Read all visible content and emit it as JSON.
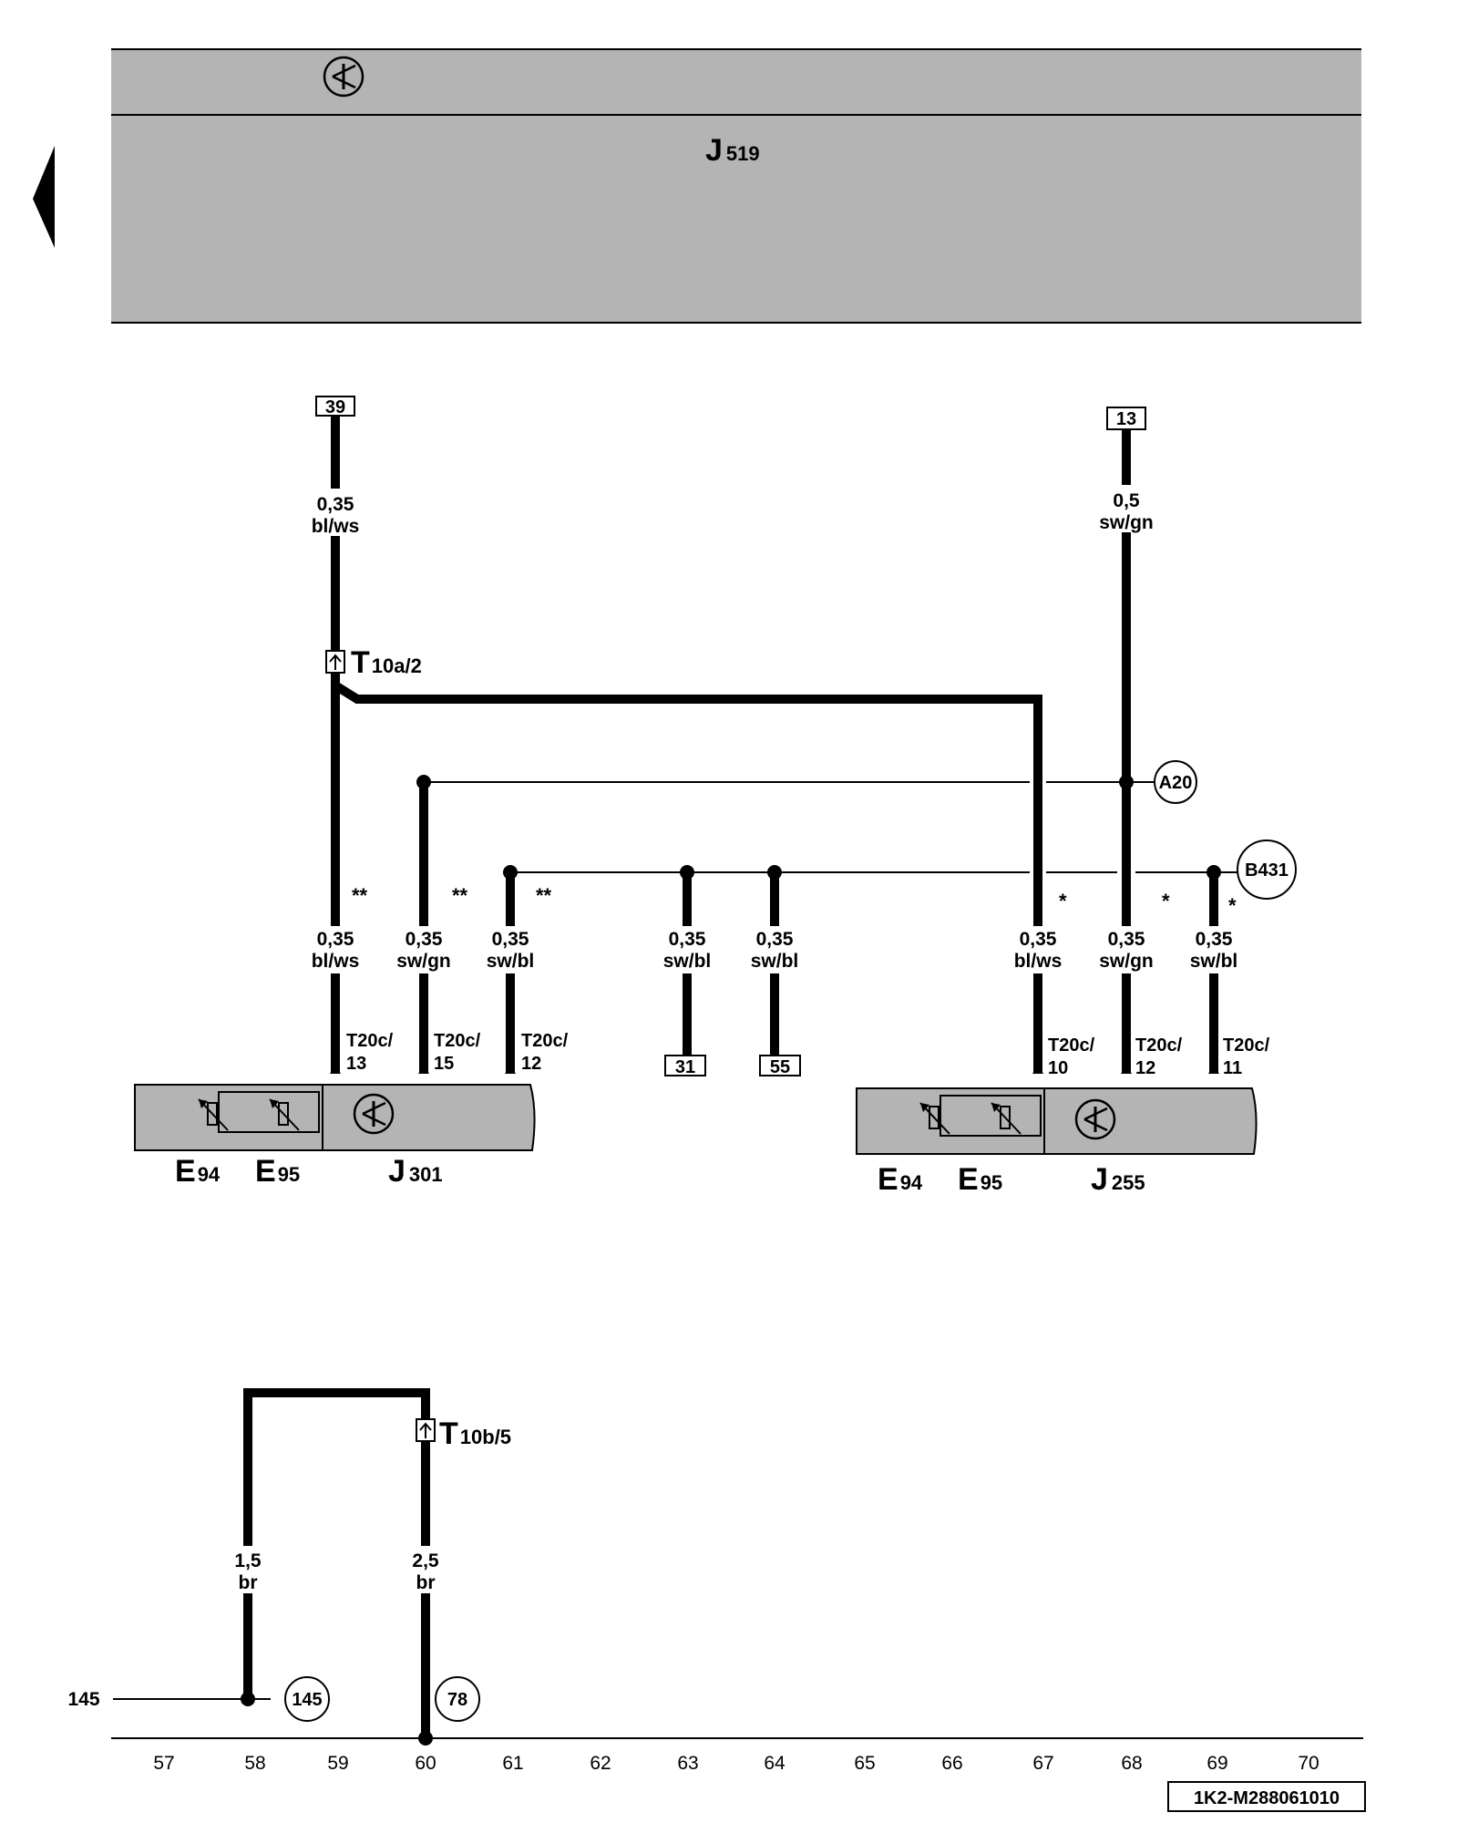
{
  "header": {
    "component": "J",
    "component_num": "519"
  },
  "connectors": {
    "t10a": {
      "main": "T",
      "sub": "10a/2"
    },
    "t10b": {
      "main": "T",
      "sub": "10b/5"
    }
  },
  "terminal_boxes": {
    "b39": "39",
    "b13": "13",
    "b31": "31",
    "b55": "55"
  },
  "ground_points": {
    "a20": "A20",
    "b431": "B431",
    "g145": "145",
    "g78": "78"
  },
  "wire_labels": {
    "w_top_left": {
      "size": "0,35",
      "color": "bl/ws"
    },
    "w_top_right": {
      "size": "0,5",
      "color": "sw/gn"
    },
    "w1": {
      "size": "0,35",
      "color": "bl/ws"
    },
    "w2": {
      "size": "0,35",
      "color": "sw/gn"
    },
    "w3": {
      "size": "0,35",
      "color": "sw/bl"
    },
    "w4": {
      "size": "0,35",
      "color": "sw/bl"
    },
    "w5": {
      "size": "0,35",
      "color": "sw/bl"
    },
    "w6": {
      "size": "0,35",
      "color": "bl/ws"
    },
    "w7": {
      "size": "0,35",
      "color": "sw/gn"
    },
    "w8": {
      "size": "0,35",
      "color": "sw/bl"
    },
    "w_bot_left": {
      "size": "1,5",
      "color": "br"
    },
    "w_bot_right": {
      "size": "2,5",
      "color": "br"
    }
  },
  "pins": {
    "p1": {
      "a": "T20c/",
      "b": "13"
    },
    "p2": {
      "a": "T20c/",
      "b": "15"
    },
    "p3": {
      "a": "T20c/",
      "b": "12"
    },
    "p4": {
      "a": "T20c/",
      "b": "10"
    },
    "p5": {
      "a": "T20c/",
      "b": "12"
    },
    "p6": {
      "a": "T20c/",
      "b": "11"
    }
  },
  "markers": {
    "double": "**",
    "single": "*"
  },
  "left_unit": {
    "e94": {
      "main": "E",
      "sub": "94"
    },
    "e95": {
      "main": "E",
      "sub": "95"
    },
    "j": {
      "main": "J",
      "sub": "301"
    }
  },
  "right_unit": {
    "e94": {
      "main": "E",
      "sub": "94"
    },
    "e95": {
      "main": "E",
      "sub": "95"
    },
    "j": {
      "main": "J",
      "sub": "255"
    }
  },
  "ref_145": "145",
  "axis_numbers": [
    "57",
    "58",
    "59",
    "60",
    "61",
    "62",
    "63",
    "64",
    "65",
    "66",
    "67",
    "68",
    "69",
    "70"
  ],
  "diagram_code": "1K2-M288061010",
  "colors": {
    "panel": "#b4b4b4",
    "line": "#000000"
  },
  "icons": [
    "left-arrow-icon",
    "fan-symbol-icon",
    "variable-resistor-icon",
    "connector-symbol-icon"
  ]
}
